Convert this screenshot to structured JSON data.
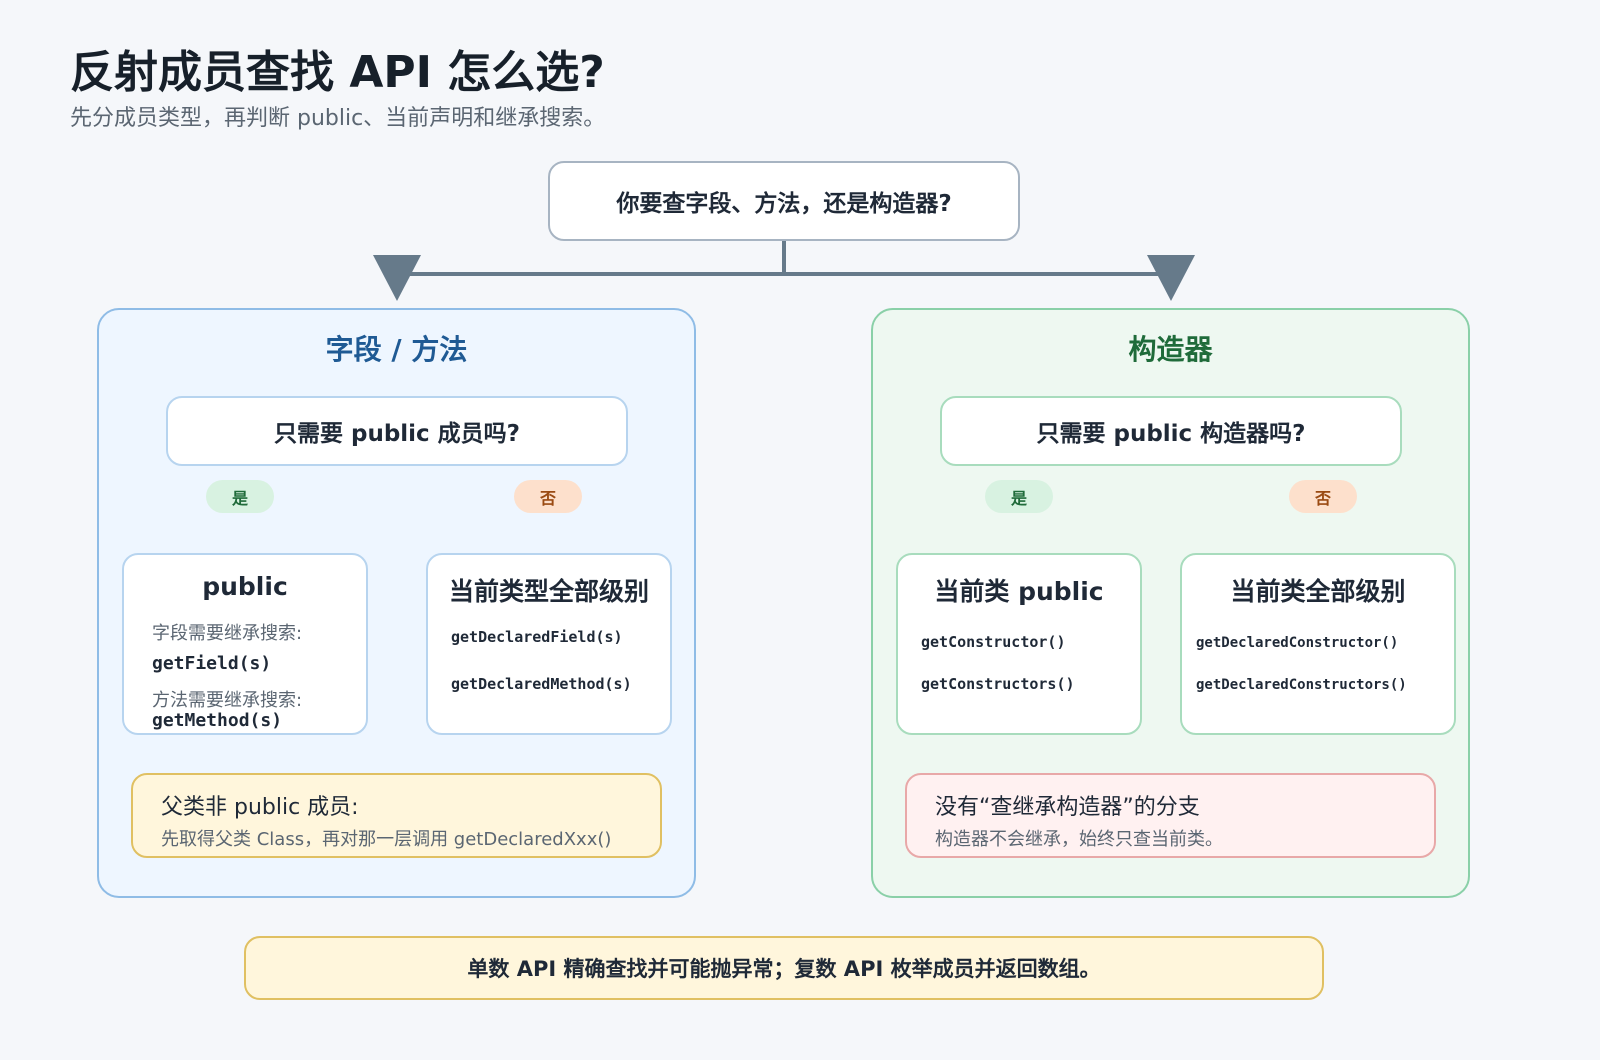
{
  "header": {
    "title": "反射成员查找 API 怎么选?",
    "subtitle": "先分成员类型，再判断 public、当前声明和继承搜索。"
  },
  "root": {
    "question": "你要查字段、方法，还是构造器?"
  },
  "left": {
    "title": "字段 / 方法",
    "question": "只需要 public 成员吗?",
    "yes_label": "是",
    "no_label": "否",
    "public_box": {
      "title": "public",
      "field_hint": "字段需要继承搜索:",
      "field_api": "getField(s)",
      "method_hint": "方法需要继承搜索:",
      "method_api": "getMethod(s)"
    },
    "declared_box": {
      "title": "当前类型全部级别",
      "api1": "getDeclaredField(s)",
      "api2": "getDeclaredMethod(s)"
    },
    "note": {
      "head": "父类非 public 成员:",
      "body": "先取得父类 Class，再对那一层调用 getDeclaredXxx()"
    }
  },
  "right": {
    "title": "构造器",
    "question": "只需要 public 构造器吗?",
    "yes_label": "是",
    "no_label": "否",
    "public_box": {
      "title": "当前类 public",
      "api1": "getConstructor()",
      "api2": "getConstructors()"
    },
    "declared_box": {
      "title": "当前类全部级别",
      "api1": "getDeclaredConstructor()",
      "api2": "getDeclaredConstructors()"
    },
    "note": {
      "head": "没有“查继承构造器”的分支",
      "body": "构造器不会继承，始终只查当前类。"
    }
  },
  "footer": {
    "text": "单数 API 精确查找并可能抛异常；复数 API 枚举成员并返回数组。"
  },
  "colors": {
    "connector": "#667a8a",
    "left_accent": "#1f5a94",
    "right_accent": "#1f6b3a"
  }
}
